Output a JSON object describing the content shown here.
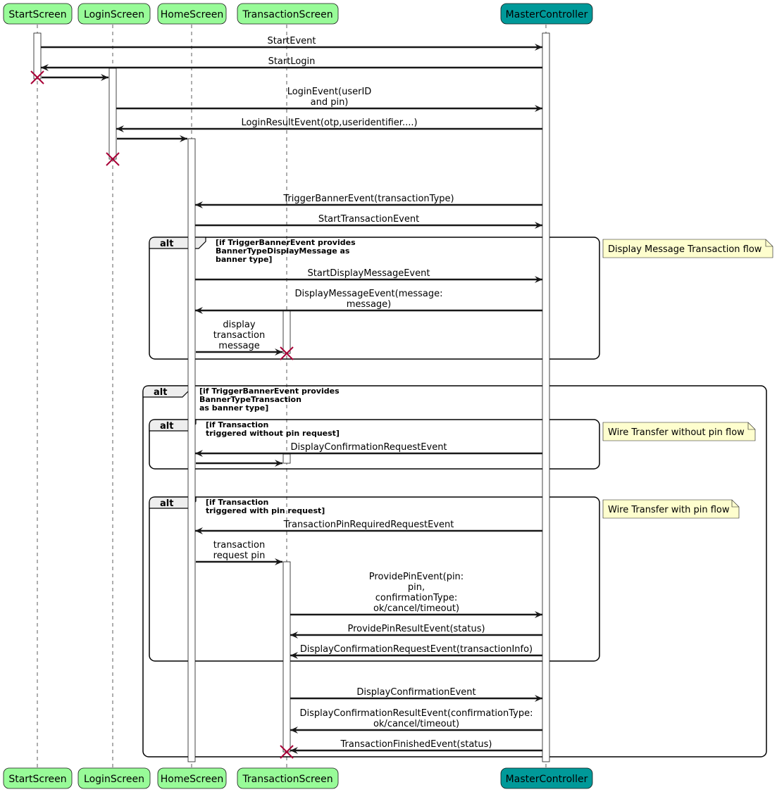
{
  "participants": [
    {
      "id": "start",
      "name": "StartScreen",
      "color": "#98fb98"
    },
    {
      "id": "login",
      "name": "LoginScreen",
      "color": "#98fb98"
    },
    {
      "id": "home",
      "name": "HomeScreen",
      "color": "#98fb98"
    },
    {
      "id": "txn",
      "name": "TransactionScreen",
      "color": "#98fb98"
    },
    {
      "id": "master",
      "name": "MasterController",
      "color": "#009999"
    }
  ],
  "messages": [
    {
      "from": "start",
      "to": "master",
      "lines": [
        "StartEvent"
      ]
    },
    {
      "from": "master",
      "to": "start",
      "lines": [
        "StartLogin"
      ]
    },
    {
      "from": "start",
      "to": "login",
      "lines": []
    },
    {
      "from": "login",
      "to": "master",
      "lines": [
        "LoginEvent(userID",
        "and pin)"
      ]
    },
    {
      "from": "master",
      "to": "login",
      "lines": [
        "LoginResultEvent(otp,useridentifier....)"
      ]
    },
    {
      "from": "login",
      "to": "home",
      "lines": []
    },
    {
      "from": "master",
      "to": "home",
      "lines": [
        "TriggerBannerEvent(transactionType)"
      ]
    },
    {
      "from": "home",
      "to": "master",
      "lines": [
        "StartTransactionEvent"
      ]
    },
    {
      "from": "home",
      "to": "master",
      "lines": [
        "StartDisplayMessageEvent"
      ]
    },
    {
      "from": "master",
      "to": "home",
      "lines": [
        "DisplayMessageEvent(message:",
        "message)"
      ]
    },
    {
      "from": "home",
      "to": "txn",
      "lines": [
        "display",
        "transaction",
        "message"
      ]
    },
    {
      "from": "master",
      "to": "home",
      "lines": [
        "DisplayConfirmationRequestEvent"
      ]
    },
    {
      "from": "home",
      "to": "txn",
      "lines": []
    },
    {
      "from": "master",
      "to": "home",
      "lines": [
        "TransactionPinRequiredRequestEvent"
      ]
    },
    {
      "from": "home",
      "to": "txn",
      "lines": [
        "transaction",
        "request pin"
      ]
    },
    {
      "from": "txn",
      "to": "master",
      "lines": [
        "ProvidePinEvent(pin:",
        "pin,",
        "confirmationType:",
        "ok/cancel/timeout)"
      ]
    },
    {
      "from": "master",
      "to": "txn",
      "lines": [
        "ProvidePinResultEvent(status)"
      ]
    },
    {
      "from": "master",
      "to": "txn",
      "lines": [
        "DisplayConfirmationRequestEvent(transactionInfo)"
      ]
    },
    {
      "from": "txn",
      "to": "master",
      "lines": [
        "DisplayConfirmationEvent"
      ]
    },
    {
      "from": "master",
      "to": "txn",
      "lines": [
        "DisplayConfirmationResultEvent(confirmationType:",
        "ok/cancel/timeout)"
      ]
    },
    {
      "from": "master",
      "to": "txn",
      "lines": [
        "TransactionFinishedEvent(status)"
      ]
    }
  ],
  "fragments": [
    {
      "keyword": "alt",
      "condition": [
        "[if TriggerBannerEvent provides",
        "BannerTypeDisplayMessage as",
        "banner type]"
      ]
    },
    {
      "keyword": "alt",
      "condition": [
        "[if TriggerBannerEvent provides",
        "BannerTypeTransaction",
        "as banner type]"
      ]
    },
    {
      "keyword": "alt",
      "condition": [
        "[if Transaction",
        "triggered without pin request]"
      ]
    },
    {
      "keyword": "alt",
      "condition": [
        "[if Transaction",
        "triggered with pin request]"
      ]
    }
  ],
  "notes": [
    {
      "text": "Display Message Transaction flow"
    },
    {
      "text": "Wire Transfer without pin flow"
    },
    {
      "text": "Wire Transfer with pin flow"
    }
  ],
  "colors": {
    "note_fill": "#fefece",
    "destroy": "#a80036",
    "participant_stroke": "#181818"
  }
}
